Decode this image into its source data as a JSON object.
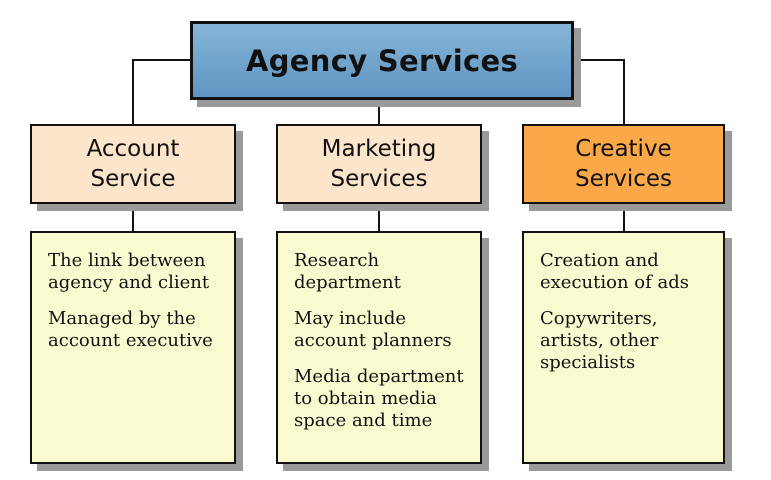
{
  "title": "Agency Services",
  "columns": [
    {
      "header_lines": [
        "Account",
        "Service"
      ],
      "paragraphs": [
        [
          "The link between",
          "agency and client"
        ],
        [
          "Managed by the",
          "account executive"
        ]
      ]
    },
    {
      "header_lines": [
        "Marketing",
        "Services"
      ],
      "paragraphs": [
        [
          "Research",
          "department"
        ],
        [
          "May include",
          "account planners"
        ],
        [
          "Media department",
          "to obtain media",
          "space and time"
        ]
      ]
    },
    {
      "header_lines": [
        "Creative",
        "Services"
      ],
      "paragraphs": [
        [
          "Creation and",
          "execution of ads"
        ],
        [
          "Copywriters,",
          "artists, other",
          "specialists"
        ]
      ]
    }
  ],
  "colors": {
    "title_fill": "#6fa5cd",
    "header_fill_light": "#fde5cc",
    "header_fill_highlight": "#fba848",
    "body_fill": "#fafad1",
    "shadow": "#9a9a9a"
  }
}
